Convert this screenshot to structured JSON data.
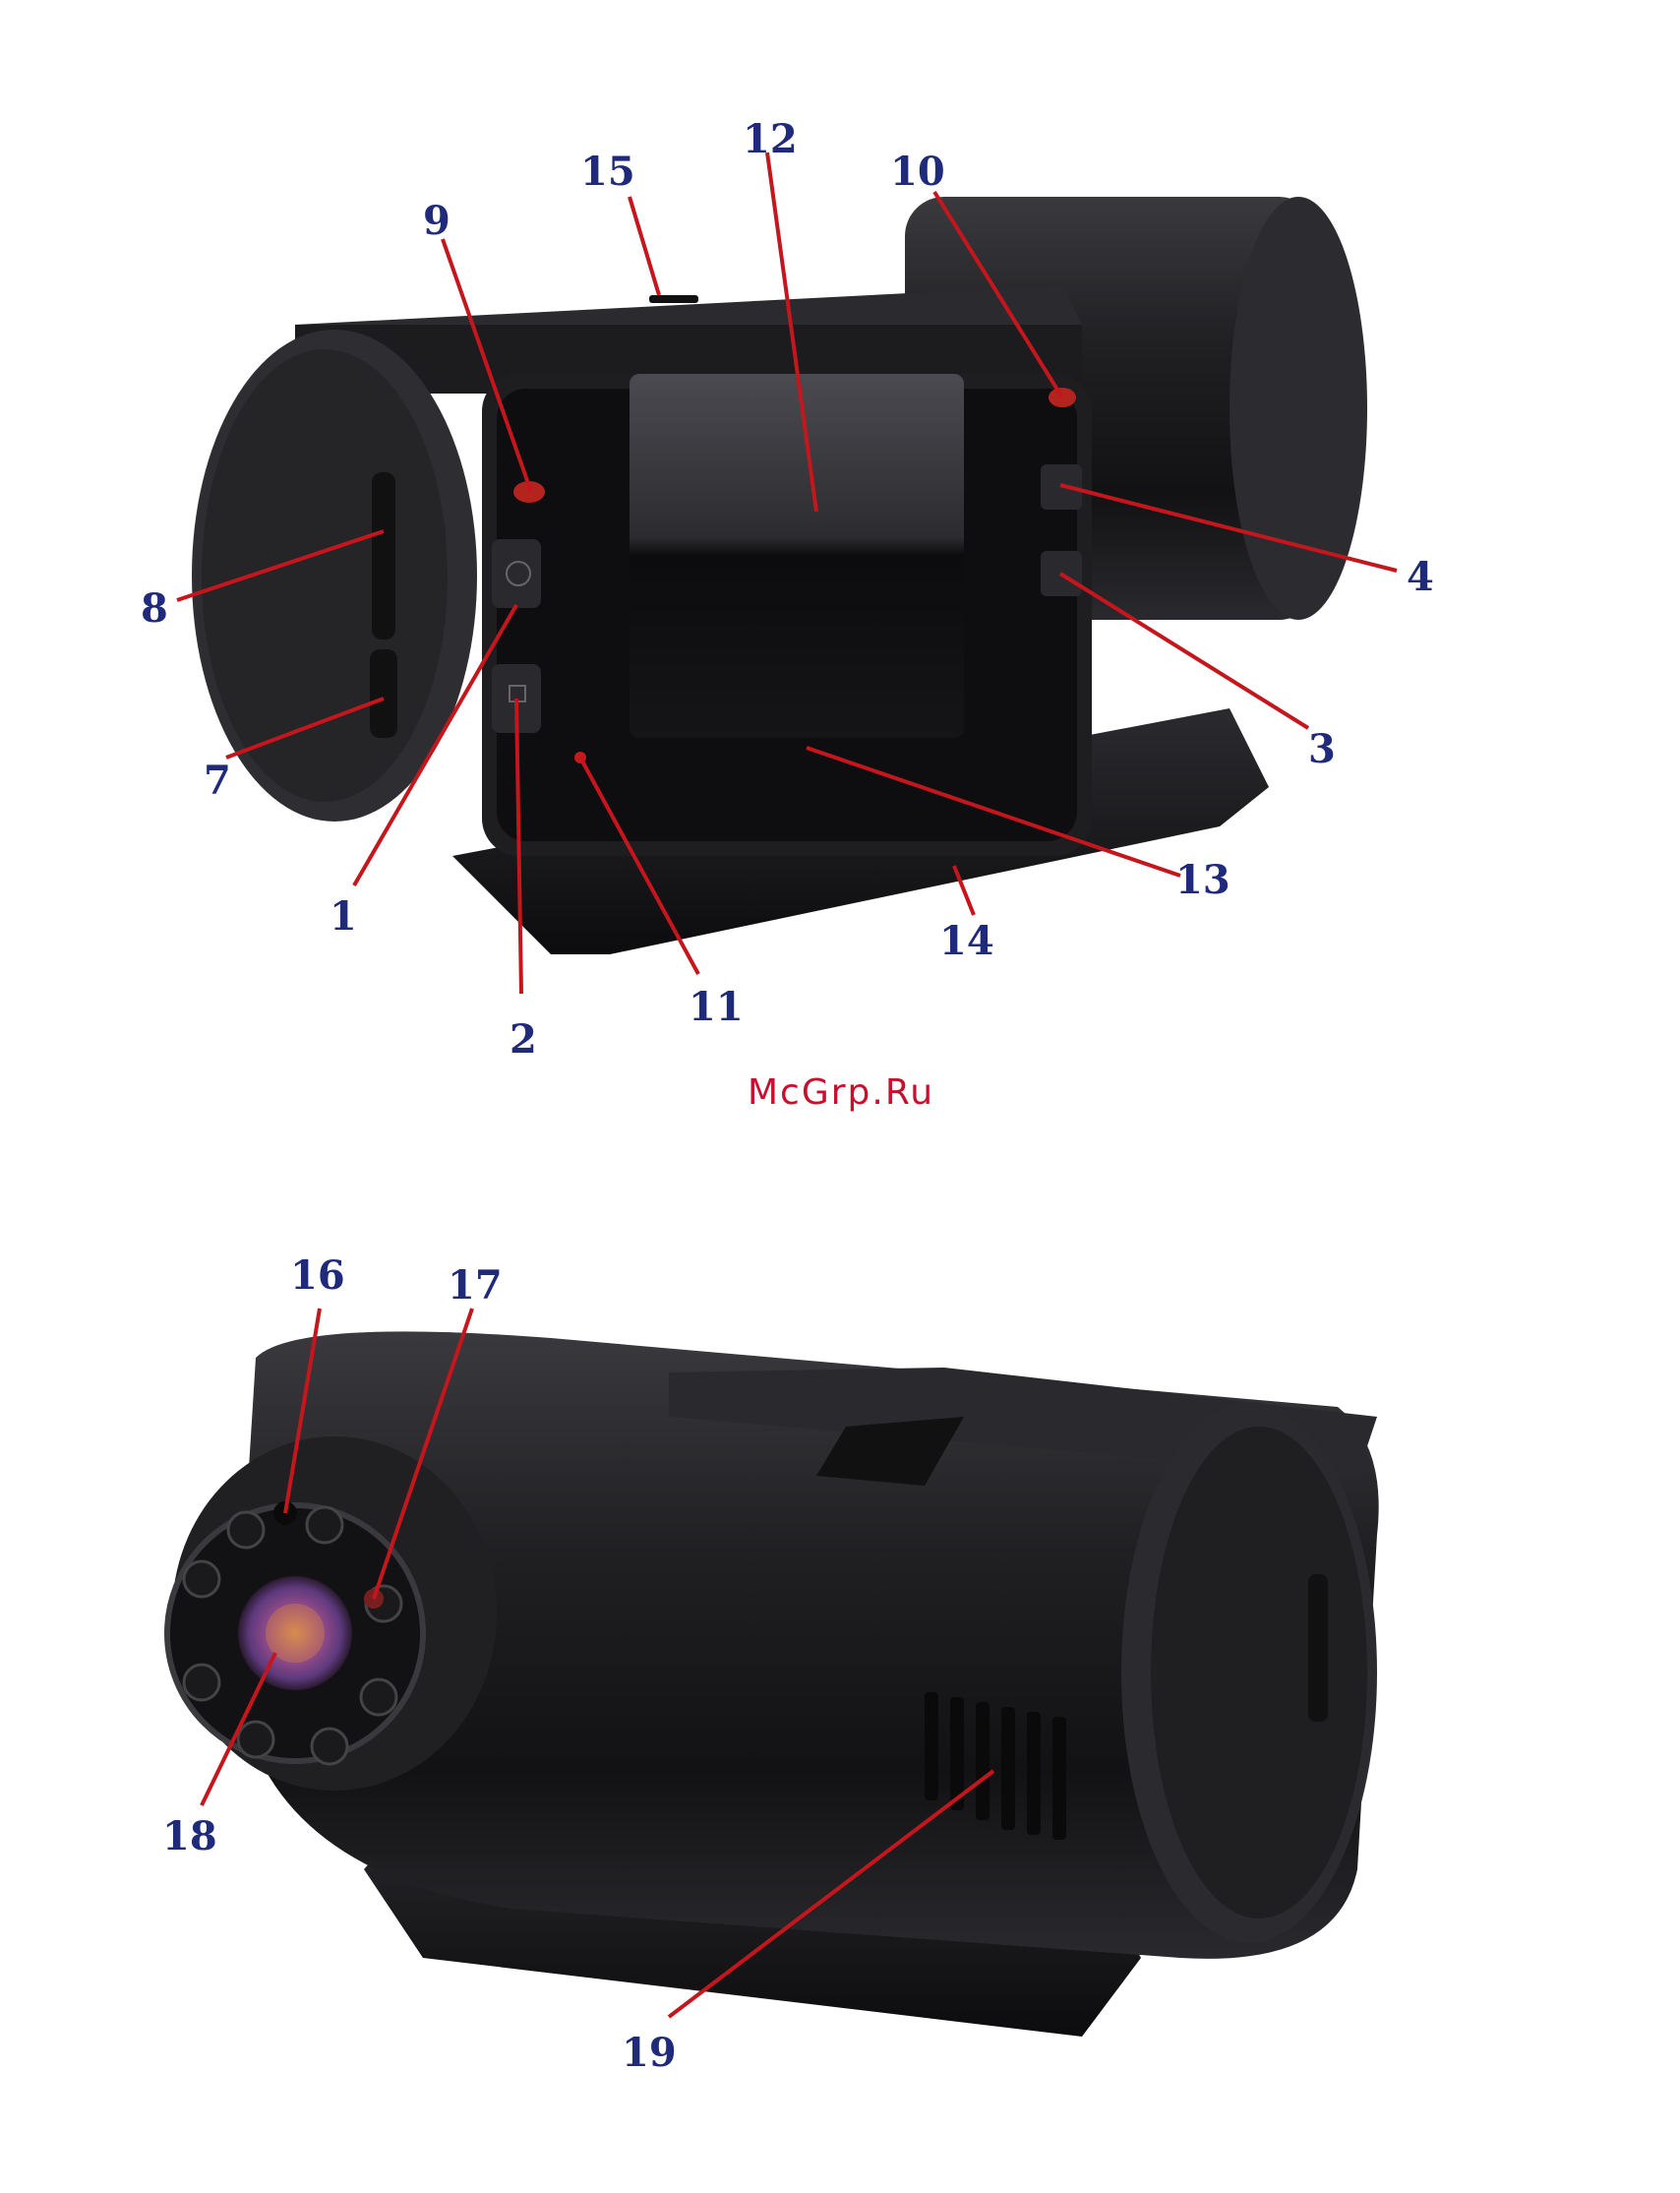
{
  "watermark": "McGrp.Ru",
  "callouts_top": [
    "1",
    "2",
    "3",
    "4",
    "7",
    "8",
    "9",
    "10",
    "11",
    "12",
    "13",
    "14",
    "15"
  ],
  "callouts_bottom": [
    "16",
    "17",
    "18",
    "19"
  ],
  "colors": {
    "label": "#1f2a7a",
    "leader": "#c4161c",
    "watermark": "#c8102e",
    "device_body": "#1a1a1c",
    "screen": "#2a2a2e"
  }
}
